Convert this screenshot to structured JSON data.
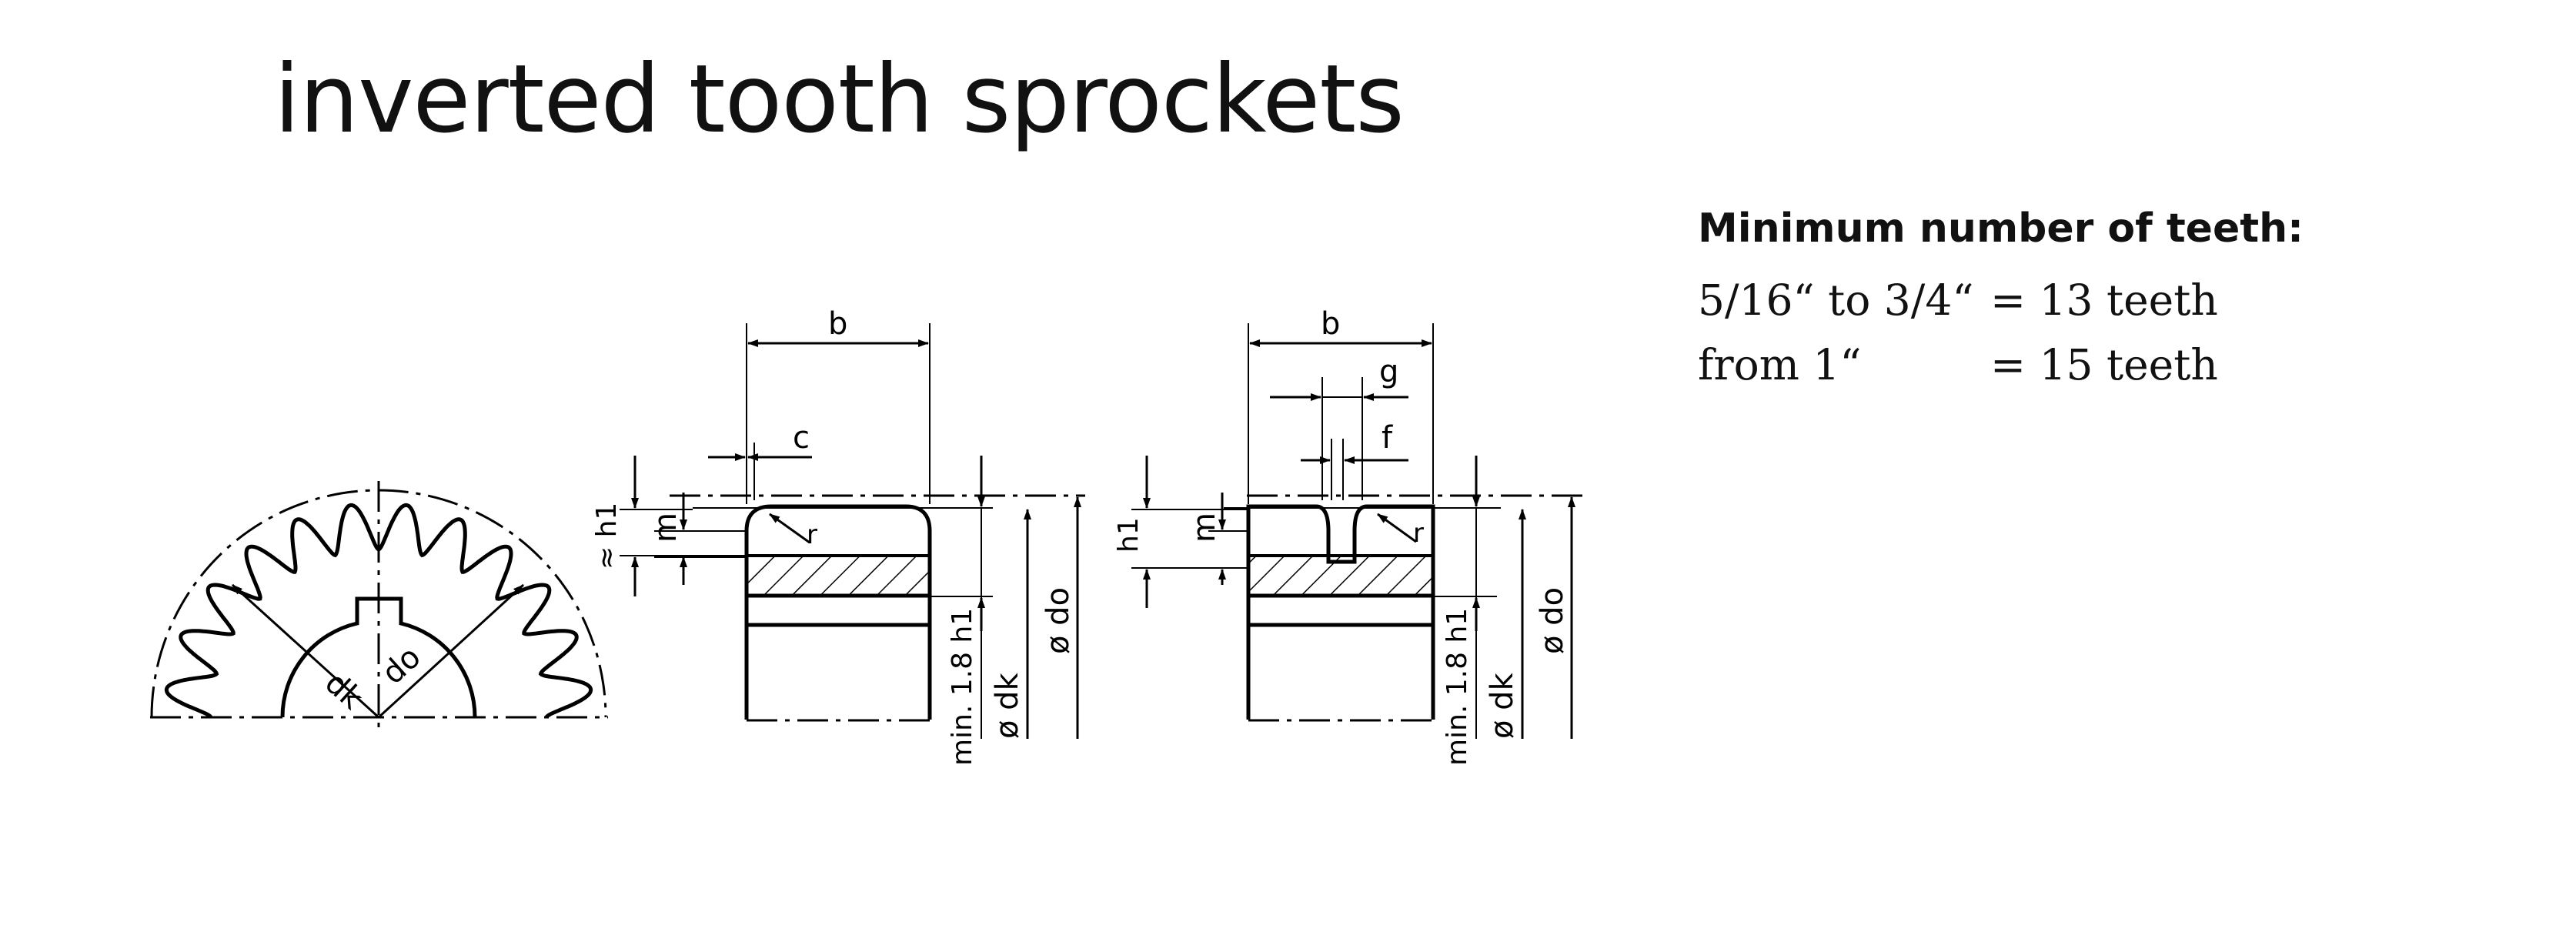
{
  "title": "inverted tooth sprockets",
  "min_teeth": {
    "heading": "Minimum number of teeth:",
    "rows": [
      {
        "range": "5/16“ to 3/4“",
        "value": "= 13 teeth"
      },
      {
        "range": "from 1“",
        "value": "= 15 teeth"
      }
    ]
  },
  "diagram": {
    "front": {
      "label_dk": "dk",
      "label_do": "do"
    },
    "section1": {
      "label_b": "b",
      "label_c": "c",
      "label_h1": "≈ h1",
      "label_m": "m",
      "label_r": "r",
      "label_min": "min. 1.8 h1",
      "label_dk": "ø dk",
      "label_do": "ø do"
    },
    "section2": {
      "label_b": "b",
      "label_g": "g",
      "label_f": "f",
      "label_h1": "h1",
      "label_m": "m",
      "label_r": "r",
      "label_min": "min. 1.8 h1",
      "label_dk": "ø dk",
      "label_do": "ø do"
    }
  }
}
